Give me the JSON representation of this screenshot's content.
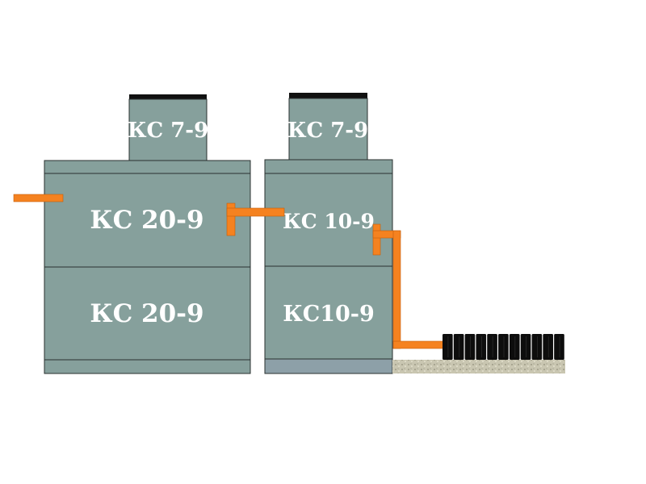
{
  "colors": {
    "background": "#ffffff",
    "ring_fill": "#86a09c",
    "ring_stroke": "#2a302f",
    "base_fill": "#8da0a8",
    "pipe": "#f58220",
    "pipe_stroke": "#c45e0a",
    "lid": "#111111",
    "drain_block": "#0d0d0d",
    "gravel": "#c9c6b1",
    "label_text": "#ffffff"
  },
  "left_well": {
    "neck_label": "КС 7-9",
    "upper_ring_label": "КС 20-9",
    "lower_ring_label": "КС 20-9"
  },
  "right_well": {
    "neck_label": "КС 7-9",
    "upper_ring_label": "КС 10-9",
    "lower_ring_label": "КС10-9"
  },
  "drain_field": {
    "block_count": 11
  }
}
